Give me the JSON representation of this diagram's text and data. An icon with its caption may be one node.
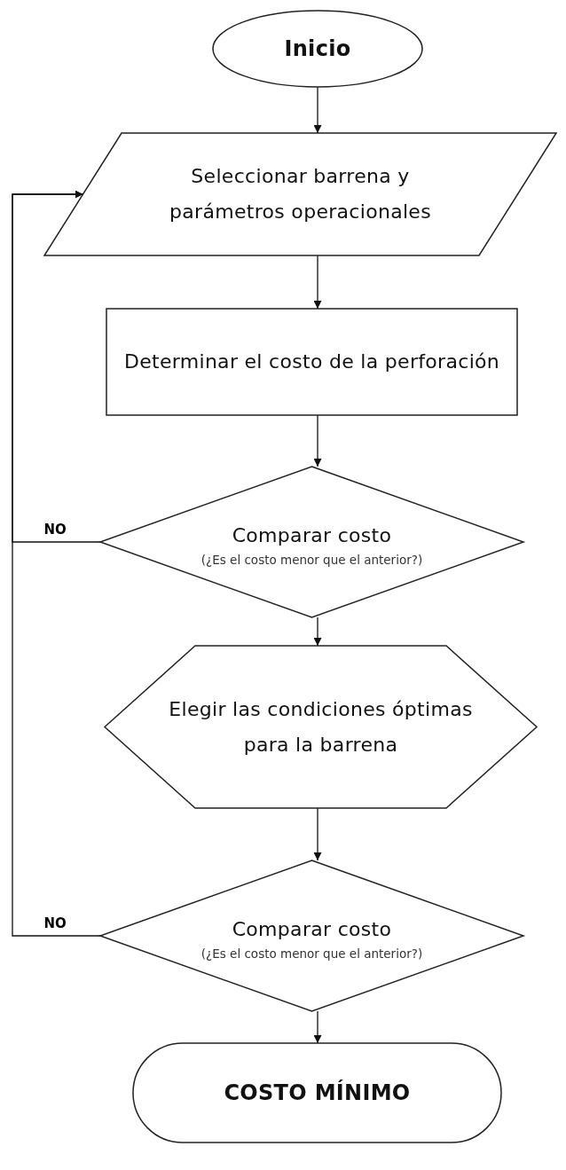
{
  "diagram": {
    "nodes": [
      {
        "text": [
          "Inicio"
        ]
      },
      {
        "text": [
          "Seleccionar barrena y parámetros operacionales"
        ]
      },
      {
        "text": [
          "Determinar el costo de la perforación"
        ]
      },
      {
        "text": [
          "Comparar costo",
          "(¿Es el costo menor que el anterior?)"
        ]
      },
      {
        "text": [
          "Elegir las condiciones óptimas para la barrena"
        ]
      },
      {
        "text": [
          "Comparar costo",
          "(¿Es el costo menor que el anterior?)"
        ]
      },
      {
        "text": [
          "COSTO MÍNIMO"
        ]
      }
    ],
    "edges": [
      {
        "from": 0,
        "to": 1,
        "arrow": "to"
      },
      {
        "from": 1,
        "to": 2,
        "arrow": "to"
      },
      {
        "from": 2,
        "to": 3,
        "arrow": "to"
      },
      {
        "from": 3,
        "to": 1,
        "arrow": "to",
        "label": "NO"
      },
      {
        "from": 3,
        "to": 4,
        "arrow": "to"
      },
      {
        "from": 4,
        "to": 5,
        "arrow": "to"
      },
      {
        "from": 5,
        "to": 1,
        "arrow": "to",
        "label": "NO"
      },
      {
        "from": 5,
        "to": 6,
        "arrow": "to"
      }
    ]
  }
}
